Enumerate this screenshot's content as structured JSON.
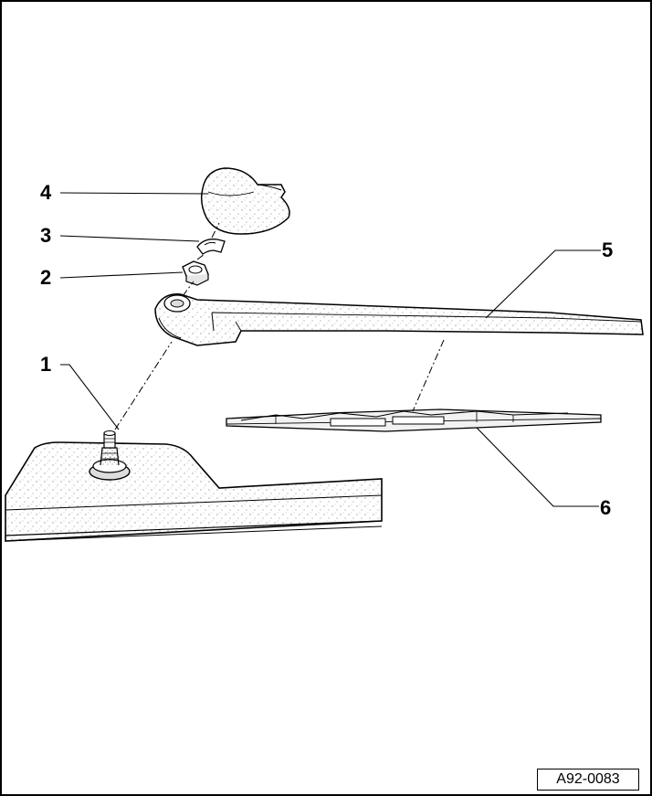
{
  "callouts": {
    "c1": "1",
    "c2": "2",
    "c3": "3",
    "c4": "4",
    "c5": "5",
    "c6": "6"
  },
  "figure_ref": "A92-0083",
  "colors": {
    "line": "#000000",
    "stipple": "#9a9a9a",
    "paper": "#ffffff"
  }
}
